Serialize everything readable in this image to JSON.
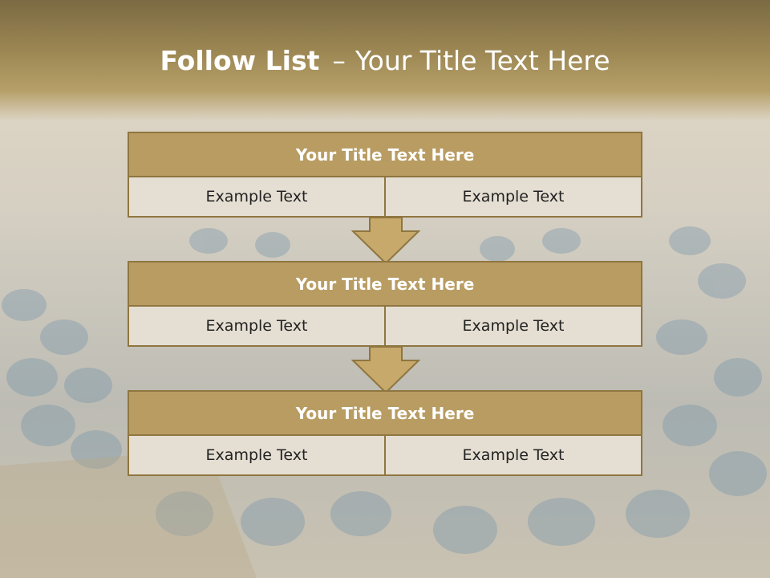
{
  "slide": {
    "title_bold": "Follow List",
    "title_sep": "–",
    "title_rest": "Your Title Text Here"
  },
  "blocks": [
    {
      "title": "Your Title Text Here",
      "left": "Example Text",
      "right": "Example Text"
    },
    {
      "title": "Your Title Text Here",
      "left": "Example Text",
      "right": "Example Text"
    },
    {
      "title": "Your Title Text Here",
      "left": "Example Text",
      "right": "Example Text"
    }
  ],
  "colors": {
    "title_bar": "#b89c62",
    "border": "#8f7640",
    "cell": "#e5ded2",
    "arrow": "#c6a96b"
  }
}
